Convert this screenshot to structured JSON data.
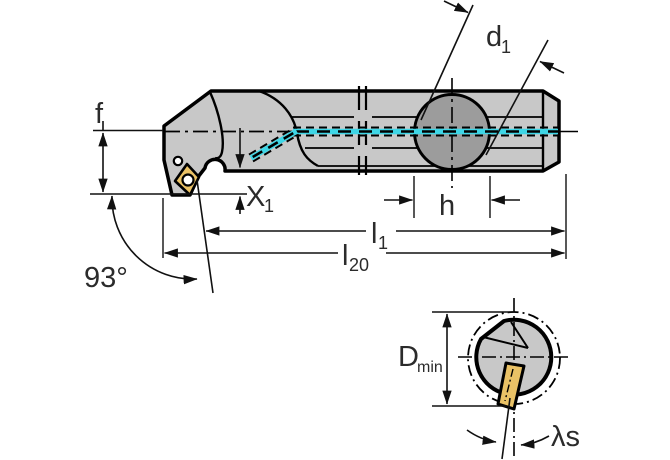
{
  "drawing": {
    "type": "technical-drawing-boring-bar",
    "views": [
      "side-view",
      "cross-section-view"
    ]
  },
  "colors": {
    "coolant_cyan": "#3fd6e6",
    "body_gray": "#c8c8c8",
    "bore_gray": "#9c9c9c",
    "insert_gold": "#eac266",
    "line_black": "#000000",
    "dim_black": "#111111"
  },
  "side_view": {
    "labels": {
      "f": "f",
      "x1": {
        "base": "X",
        "sub": "1"
      },
      "d1": {
        "base": "d",
        "sub": "1"
      },
      "h": "h",
      "l1": {
        "base": "l",
        "sub": "1"
      },
      "l20": {
        "base": "l",
        "sub": "20"
      },
      "angle": "93°"
    }
  },
  "section_view": {
    "labels": {
      "dmin": {
        "base": "D",
        "sub": "min"
      },
      "lambda_s": "λs"
    }
  }
}
